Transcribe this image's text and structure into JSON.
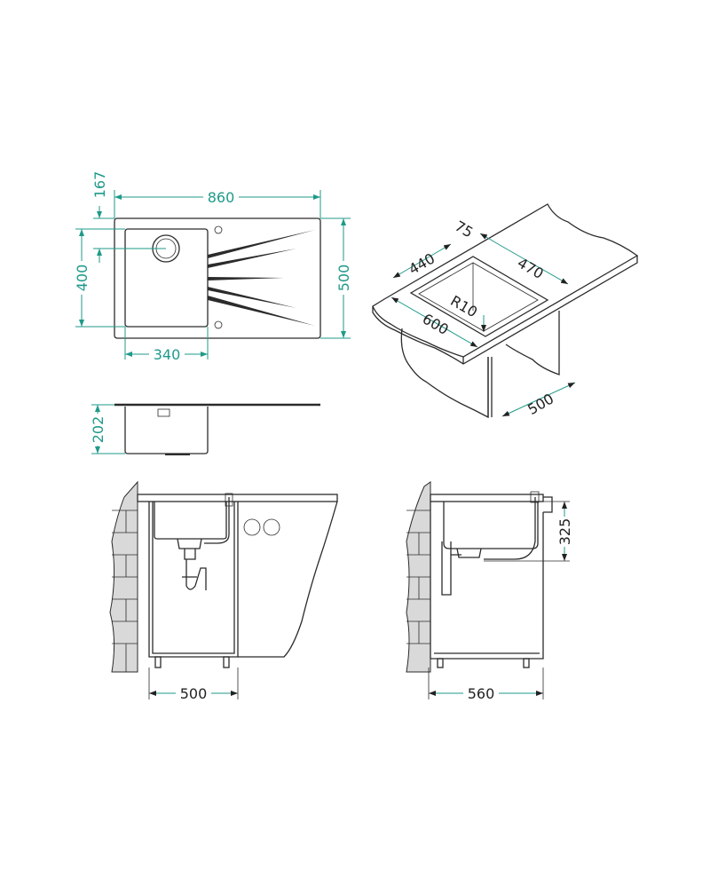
{
  "plan_view": {
    "width": "860",
    "depth": "500",
    "bowl_depth": "400",
    "waste_offset": "167",
    "bowl_width": "340"
  },
  "side_view": {
    "bowl_height": "202"
  },
  "iso_view": {
    "dim_75": "75",
    "dim_440": "440",
    "dim_470": "470",
    "radius": "R10",
    "dim_600": "600",
    "dim_500": "500"
  },
  "front_install": {
    "cabinet_width": "500"
  },
  "side_install": {
    "cabinet_depth": "560",
    "height": "325"
  },
  "colors": {
    "dimension": "#1f9a8a",
    "line": "#2b2b2b"
  }
}
